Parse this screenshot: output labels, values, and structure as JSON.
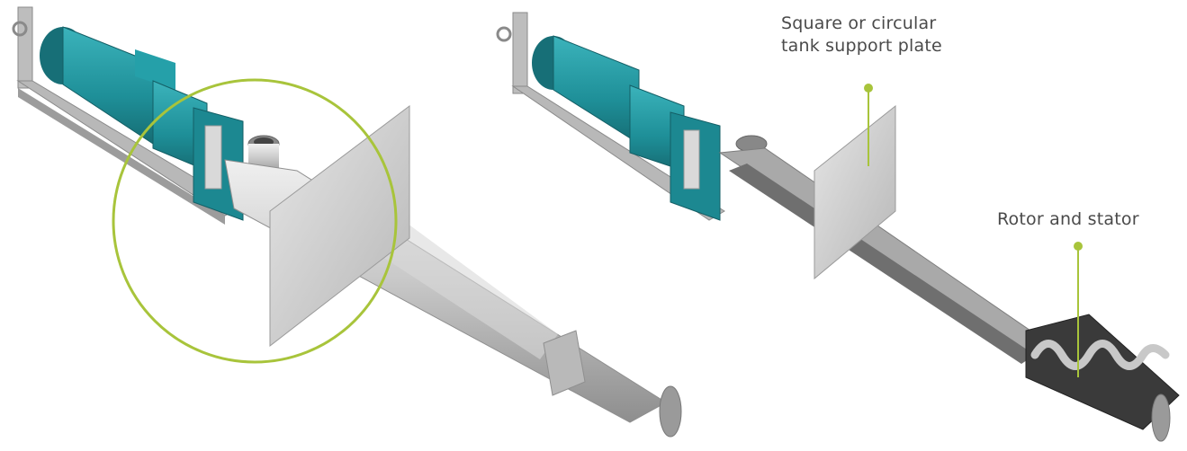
{
  "callouts": {
    "support_plate": {
      "line1": "Square or circular",
      "line2": "tank support plate"
    },
    "rotor_stator": {
      "label": "Rotor and  stator"
    }
  },
  "colors": {
    "motor_teal": "#1e8f98",
    "steel_light": "#d8d8d8",
    "steel_mid": "#a9a9a9",
    "accent_green": "#a8c43b",
    "label_text": "#4a4a4a"
  }
}
